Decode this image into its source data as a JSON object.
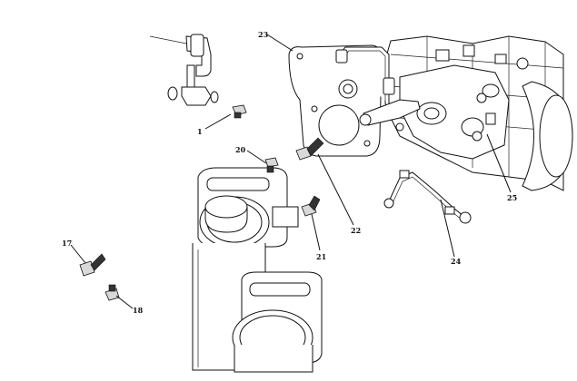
{
  "diagram": {
    "callouts": [
      {
        "id": "1",
        "label": "1"
      },
      {
        "id": "17",
        "label": "17"
      },
      {
        "id": "18",
        "label": "18"
      },
      {
        "id": "20",
        "label": "20"
      },
      {
        "id": "21",
        "label": "21"
      },
      {
        "id": "22",
        "label": "22"
      },
      {
        "id": "23",
        "label": "23"
      },
      {
        "id": "24",
        "label": "24"
      },
      {
        "id": "25",
        "label": "25"
      }
    ]
  }
}
